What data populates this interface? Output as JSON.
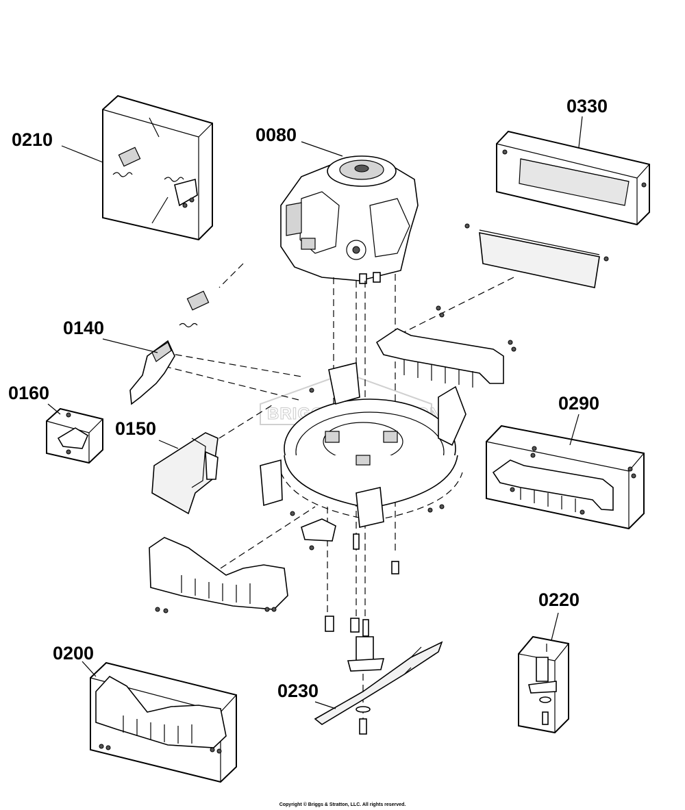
{
  "labels": {
    "p0210": "0210",
    "p0080": "0080",
    "p0330": "0330",
    "p0140": "0140",
    "p0160": "0160",
    "p0150": "0150",
    "p0290": "0290",
    "p0220": "0220",
    "p0200": "0200",
    "p0230": "0230"
  },
  "watermark": "BRIGGS&STRATTON",
  "copyright": "Copyright © Briggs & Stratton, LLC. All rights reserved."
}
